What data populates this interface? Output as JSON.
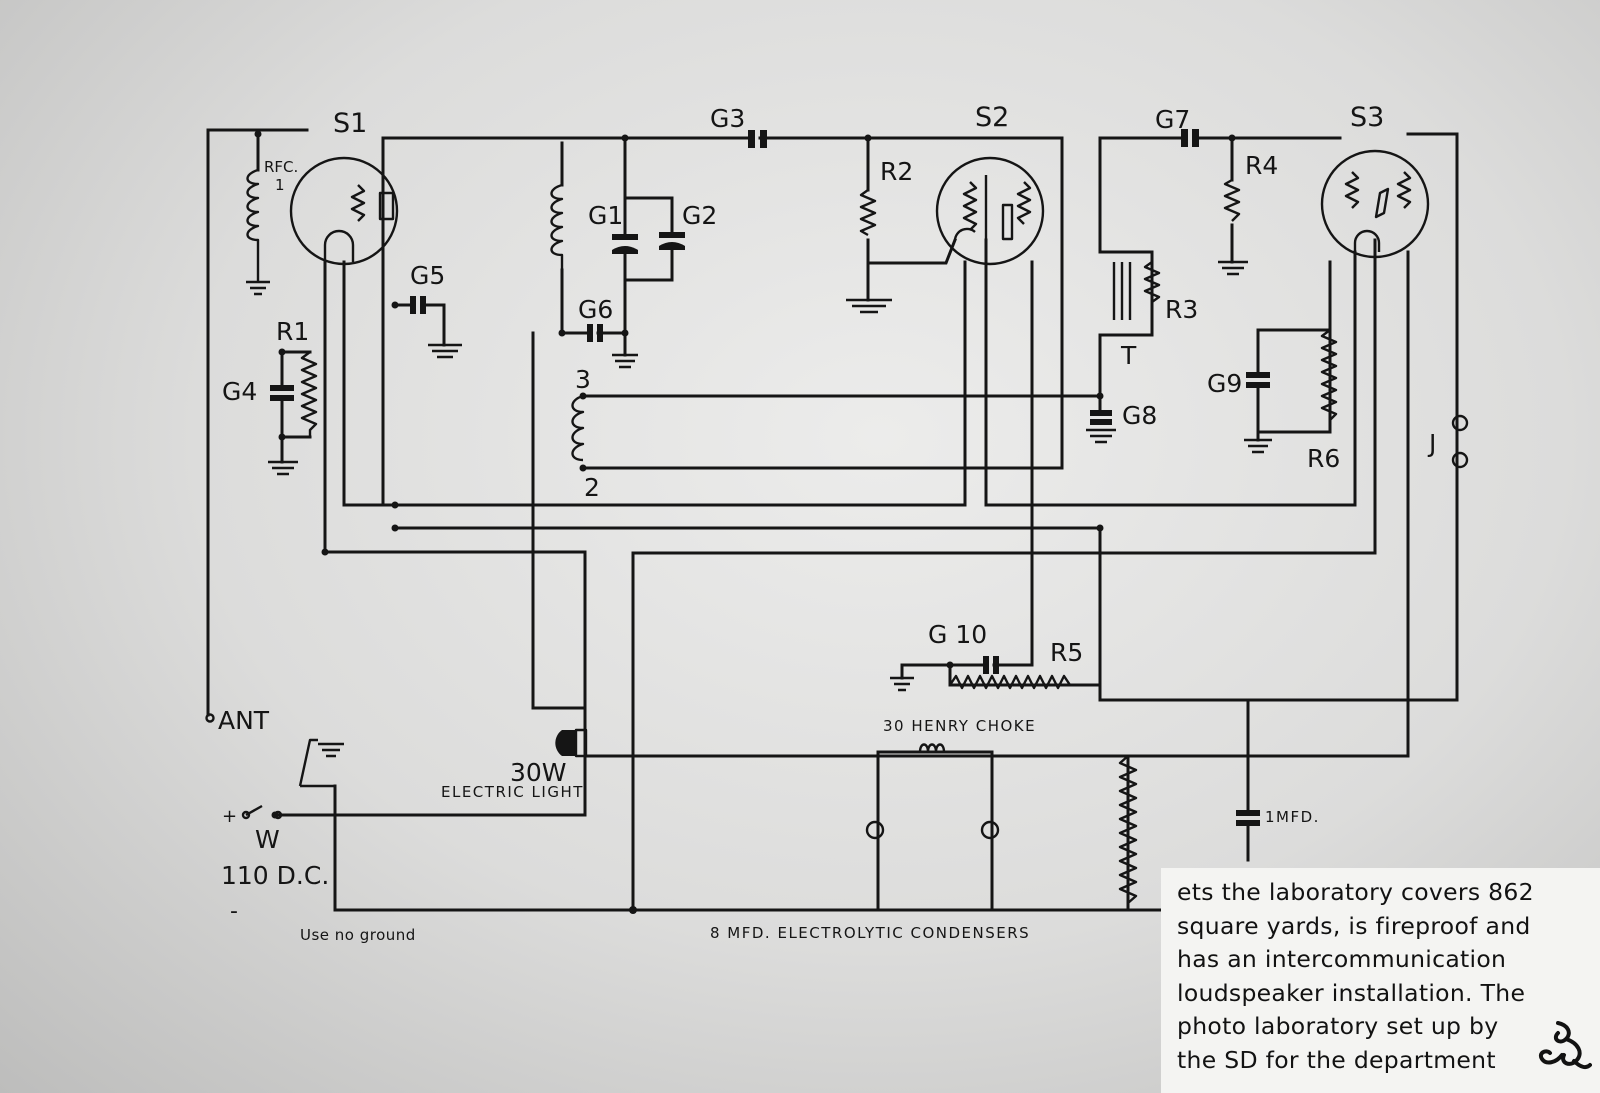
{
  "labels": {
    "S1": "S1",
    "S2": "S2",
    "S3": "S3",
    "G1": "G1",
    "G2": "G2",
    "G3": "G3",
    "G4": "G4",
    "G5": "G5",
    "G6": "G6",
    "G7": "G7",
    "G8": "G8",
    "G9": "G9",
    "G10": "G 10",
    "R1": "R1",
    "R2": "R2",
    "R3": "R3",
    "R4": "R4",
    "R5": "R5",
    "R6": "R6",
    "RFC": "RFC.",
    "RFC_num": "1",
    "T": "T",
    "J": "J",
    "coil_3": "3",
    "coil_2": "2",
    "ANT": "ANT",
    "W": "W",
    "supply": "110 D.C.",
    "plus": "+",
    "minus": "-",
    "lamp_watt": "30W",
    "lamp_desc": "ELECTRIC LIGHT",
    "choke": "30 HENRY CHOKE",
    "cap_1mfd": "1MFD.",
    "electrolytic": "8 MFD. ELECTROLYTIC CONDENSERS",
    "no_ground": "Use no ground"
  },
  "caption": {
    "lines": [
      "ets the laboratory covers 862",
      "square yards, is fireproof and",
      "has an intercommunication",
      "loudspeaker installation. The",
      "photo laboratory set up by",
      "the SD for the department"
    ]
  }
}
